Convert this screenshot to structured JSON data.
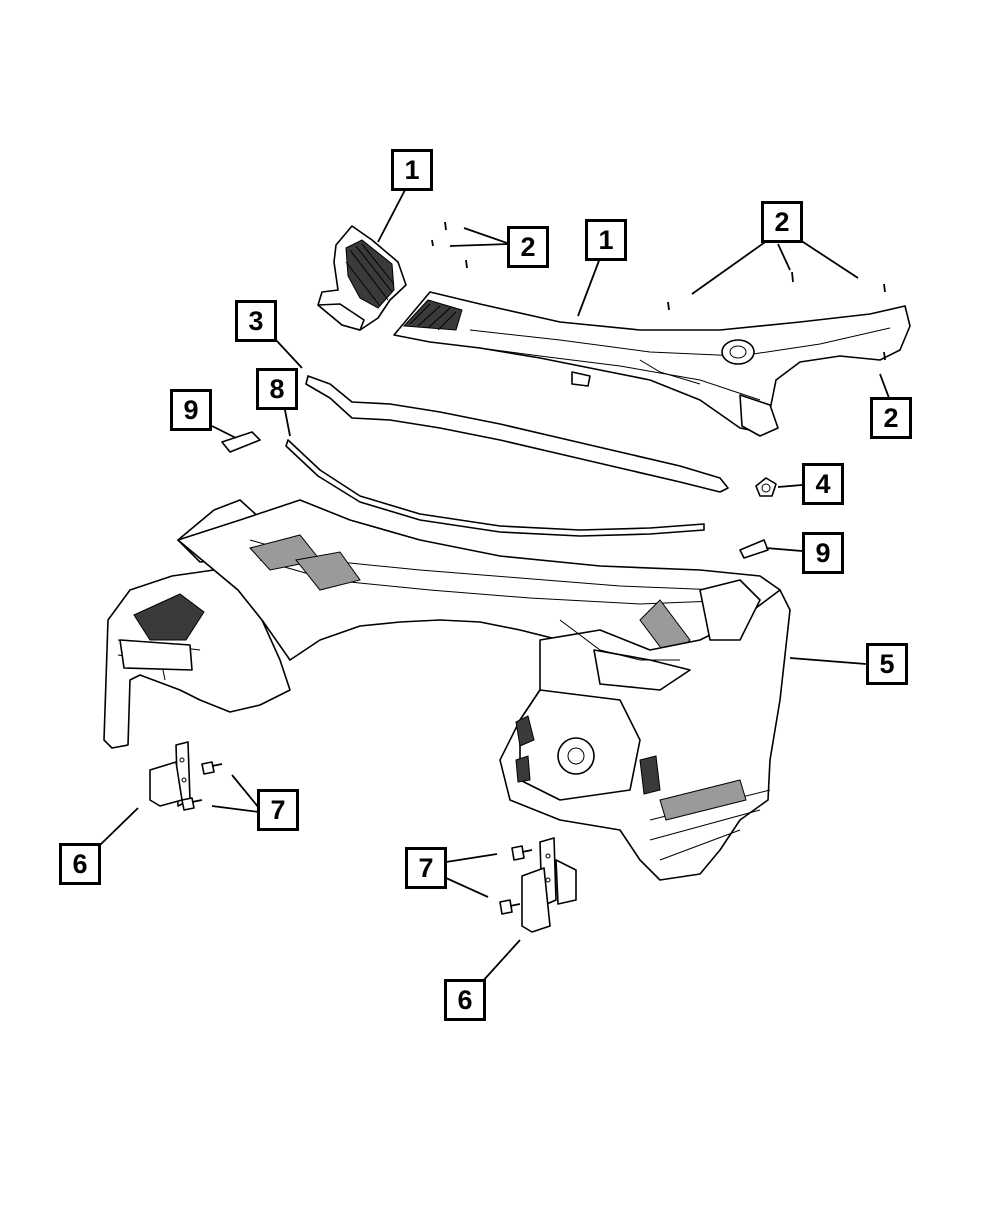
{
  "diagram": {
    "callouts": [
      {
        "id": "c1a",
        "label": "1"
      },
      {
        "id": "c2a",
        "label": "2"
      },
      {
        "id": "c1b",
        "label": "1"
      },
      {
        "id": "c2b",
        "label": "2"
      },
      {
        "id": "c3",
        "label": "3"
      },
      {
        "id": "c8",
        "label": "8"
      },
      {
        "id": "c9a",
        "label": "9"
      },
      {
        "id": "c2c",
        "label": "2"
      },
      {
        "id": "c4",
        "label": "4"
      },
      {
        "id": "c9b",
        "label": "9"
      },
      {
        "id": "c5",
        "label": "5"
      },
      {
        "id": "c7a",
        "label": "7"
      },
      {
        "id": "c6a",
        "label": "6"
      },
      {
        "id": "c7b",
        "label": "7"
      },
      {
        "id": "c6b",
        "label": "6"
      }
    ],
    "line_color": "#000000",
    "background": "#ffffff"
  }
}
